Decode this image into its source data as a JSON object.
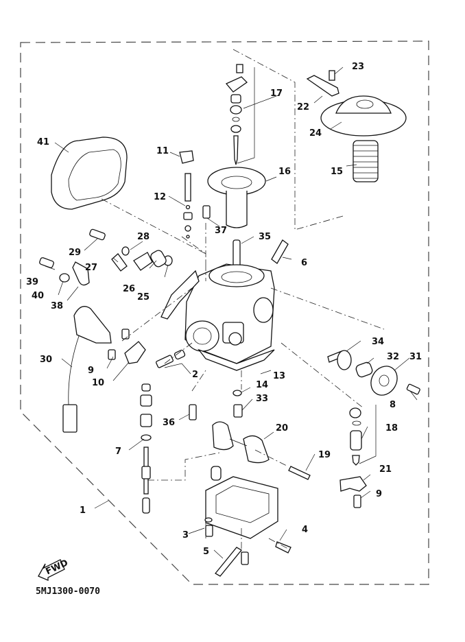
{
  "diagram": {
    "title": "Carburetor exploded parts diagram",
    "figure_code": "5MJ1300-0070",
    "direction_badge": "FWD",
    "callouts": [
      {
        "id": "c1",
        "label": "1"
      },
      {
        "id": "c2",
        "label": "2"
      },
      {
        "id": "c3",
        "label": "3"
      },
      {
        "id": "c4",
        "label": "4"
      },
      {
        "id": "c5",
        "label": "5"
      },
      {
        "id": "c6",
        "label": "6"
      },
      {
        "id": "c7",
        "label": "7"
      },
      {
        "id": "c8",
        "label": "8"
      },
      {
        "id": "c9a",
        "label": "9"
      },
      {
        "id": "c9b",
        "label": "9"
      },
      {
        "id": "c10",
        "label": "10"
      },
      {
        "id": "c11",
        "label": "11"
      },
      {
        "id": "c12",
        "label": "12"
      },
      {
        "id": "c13",
        "label": "13"
      },
      {
        "id": "c14",
        "label": "14"
      },
      {
        "id": "c15",
        "label": "15"
      },
      {
        "id": "c16",
        "label": "16"
      },
      {
        "id": "c17",
        "label": "17"
      },
      {
        "id": "c18",
        "label": "18"
      },
      {
        "id": "c19",
        "label": "19"
      },
      {
        "id": "c20",
        "label": "20"
      },
      {
        "id": "c21",
        "label": "21"
      },
      {
        "id": "c22",
        "label": "22"
      },
      {
        "id": "c23",
        "label": "23"
      },
      {
        "id": "c24",
        "label": "24"
      },
      {
        "id": "c25",
        "label": "25"
      },
      {
        "id": "c26",
        "label": "26"
      },
      {
        "id": "c27",
        "label": "27"
      },
      {
        "id": "c28",
        "label": "28"
      },
      {
        "id": "c29",
        "label": "29"
      },
      {
        "id": "c30",
        "label": "30"
      },
      {
        "id": "c31",
        "label": "31"
      },
      {
        "id": "c32",
        "label": "32"
      },
      {
        "id": "c33",
        "label": "33"
      },
      {
        "id": "c34",
        "label": "34"
      },
      {
        "id": "c35",
        "label": "35"
      },
      {
        "id": "c36",
        "label": "36"
      },
      {
        "id": "c37",
        "label": "37"
      },
      {
        "id": "c38",
        "label": "38"
      },
      {
        "id": "c39",
        "label": "39"
      },
      {
        "id": "c40",
        "label": "40"
      },
      {
        "id": "c41",
        "label": "41"
      }
    ]
  }
}
